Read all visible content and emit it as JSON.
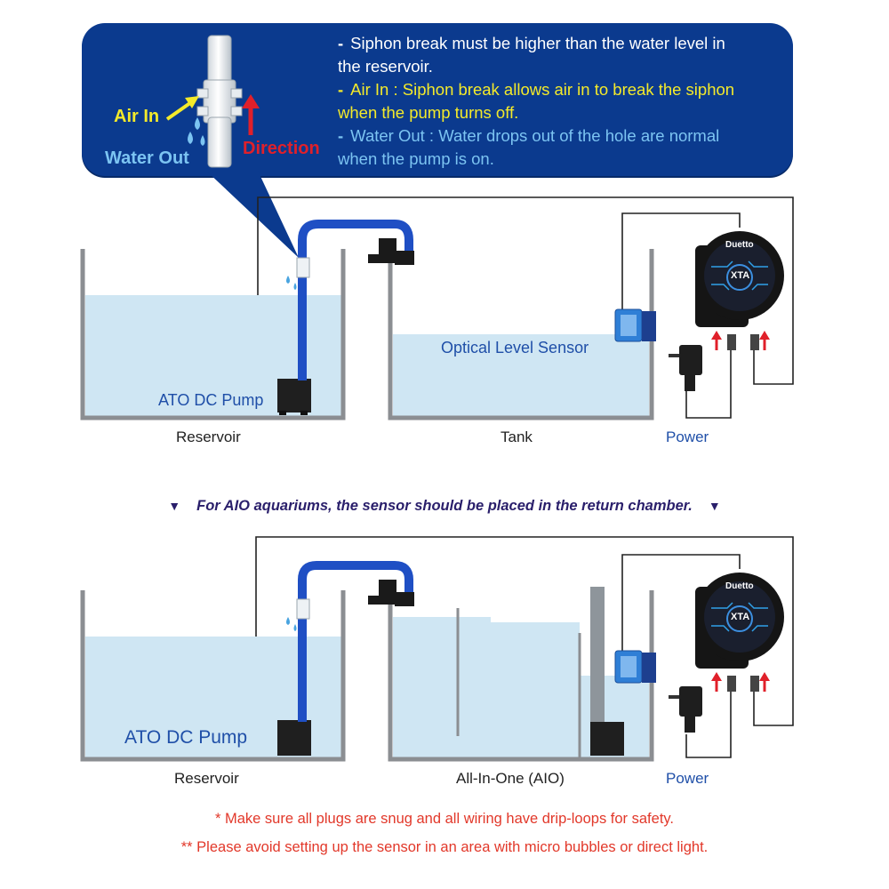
{
  "callout": {
    "bullets": [
      {
        "line1": "Siphon break must be higher than the water level in",
        "line2": "the reservoir.",
        "color": "#ffffff"
      },
      {
        "line1": "Air In : Siphon break allows air in to break the siphon",
        "line2": "when the pump turns off.",
        "color": "#f4ea2a"
      },
      {
        "line1": "Water Out : Water drops out of the hole are normal",
        "line2": "when the pump is on.",
        "color": "#7cc4f2"
      }
    ],
    "air_in_label": "Air In",
    "water_out_label": "Water Out",
    "direction_label": "Direction"
  },
  "diagram1": {
    "pump_label": "ATO DC Pump",
    "sensor_label": "Optical Level Sensor",
    "reservoir_label": "Reservoir",
    "tank_label": "Tank",
    "power_label": "Power",
    "controller_brand": "Duetto",
    "controller_model": "XTA"
  },
  "aio_note": {
    "triangle": "▼",
    "text": "For AIO aquariums, the sensor should be placed in the return chamber."
  },
  "diagram2": {
    "pump_label": "ATO DC Pump",
    "reservoir_label": "Reservoir",
    "tank_label": "All-In-One (AIO)",
    "power_label": "Power",
    "controller_brand": "Duetto",
    "controller_model": "XTA"
  },
  "warnings": {
    "line1": "* Make sure all plugs are snug and all wiring have drip-loops for safety.",
    "line2": "** Please avoid setting up the sensor in an area with micro bubbles or direct light."
  },
  "colors": {
    "callout_bg": "#0b3a8e",
    "water": "#cfe6f3",
    "tube": "#1f4fc4",
    "arrow_red": "#e0202a",
    "note_purple": "#2a1f6b",
    "warning_red": "#e2382a"
  }
}
